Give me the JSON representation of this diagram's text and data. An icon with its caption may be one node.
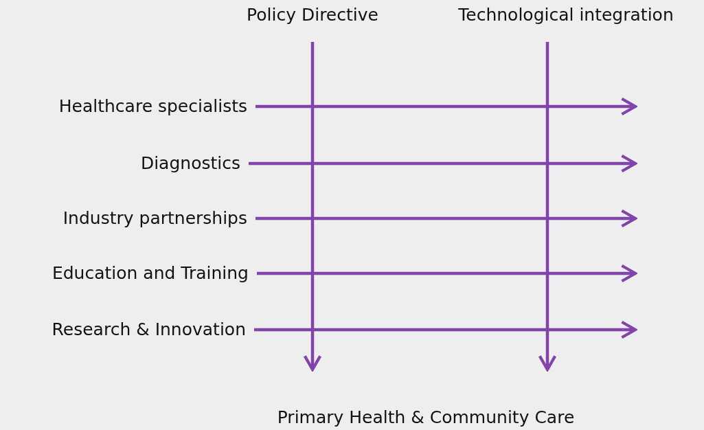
{
  "diagram": {
    "nodes": [
      {
        "text": [
          "Policy Directive"
        ]
      },
      {
        "text": [
          "Technological integration"
        ]
      },
      {
        "text": [
          "Healthcare specialists"
        ]
      },
      {
        "text": [
          "Diagnostics"
        ]
      },
      {
        "text": [
          "Industry partnerships"
        ]
      },
      {
        "text": [
          "Education and Training"
        ]
      },
      {
        "text": [
          "Research & Innovation"
        ]
      }
    ],
    "edges": [
      {
        "from": 0,
        "to": null,
        "arrow": "to"
      },
      {
        "from": 1,
        "to": null,
        "arrow": "to"
      },
      {
        "from": 2,
        "to": null,
        "arrow": "to"
      },
      {
        "from": 3,
        "to": null,
        "arrow": "to"
      },
      {
        "from": 4,
        "to": null,
        "arrow": "to"
      },
      {
        "from": 5,
        "to": null,
        "arrow": "to"
      },
      {
        "from": 6,
        "to": null,
        "arrow": "to"
      }
    ],
    "labels": [
      "Primary Health & Community Care"
    ]
  }
}
